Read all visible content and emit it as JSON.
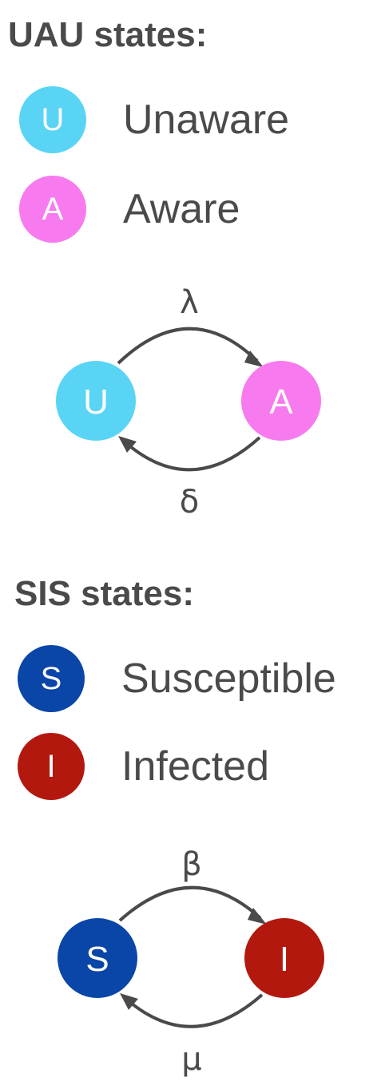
{
  "uau": {
    "heading": "UAU states:",
    "legend": [
      {
        "letter": "U",
        "label": "Unaware",
        "color": "#5ad4f5"
      },
      {
        "letter": "A",
        "label": "Aware",
        "color": "#f77bee"
      }
    ],
    "diagram": {
      "from": "U",
      "to": "A",
      "forward_rate": "λ",
      "backward_rate": "δ"
    }
  },
  "sis": {
    "heading": "SIS states:",
    "legend": [
      {
        "letter": "S",
        "label": "Susceptible",
        "color": "#0a45a8"
      },
      {
        "letter": "I",
        "label": "Infected",
        "color": "#b3180f"
      }
    ],
    "diagram": {
      "from": "S",
      "to": "I",
      "forward_rate": "β",
      "backward_rate": "μ"
    }
  },
  "colors": {
    "text": "#4a4a4a",
    "arrow": "#4a4a4a"
  }
}
